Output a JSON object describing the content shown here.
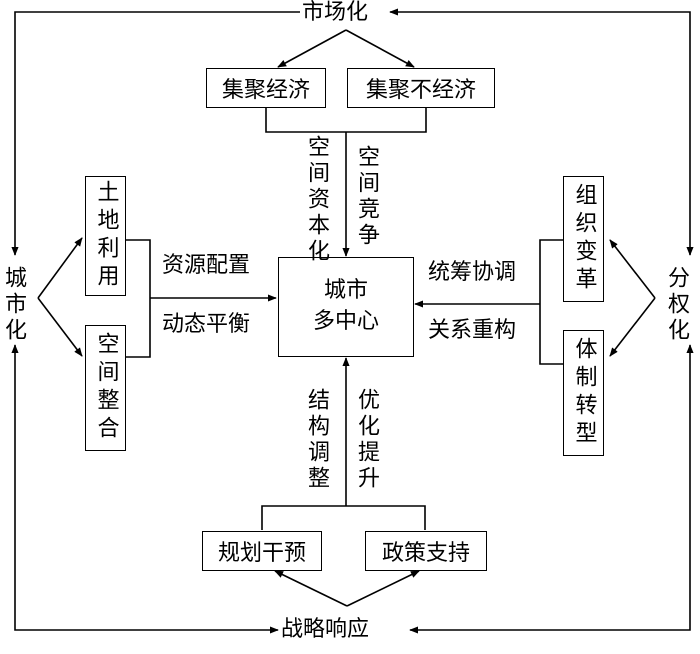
{
  "top": "市场化",
  "bottom": "战略响应",
  "left": "城市化",
  "right": "分权化",
  "center": {
    "line1": "城市",
    "line2": "多中心"
  },
  "top_boxes": {
    "a": "集聚经济",
    "b": "集聚不经济"
  },
  "bottom_boxes": {
    "a": "规划干预",
    "b": "政策支持"
  },
  "left_boxes": {
    "a": "土地利用",
    "b": "空间整合"
  },
  "right_boxes": {
    "a": "组织变革",
    "b": "体制转型"
  },
  "top_arrow_labels": {
    "a": "空间资本化",
    "b": "空间竞争"
  },
  "bottom_arrow_labels": {
    "a": "结构调整",
    "b": "优化提升"
  },
  "left_arrow_labels": {
    "a": "资源配置",
    "b": "动态平衡"
  },
  "right_arrow_labels": {
    "a": "统筹协调",
    "b": "关系重构"
  }
}
